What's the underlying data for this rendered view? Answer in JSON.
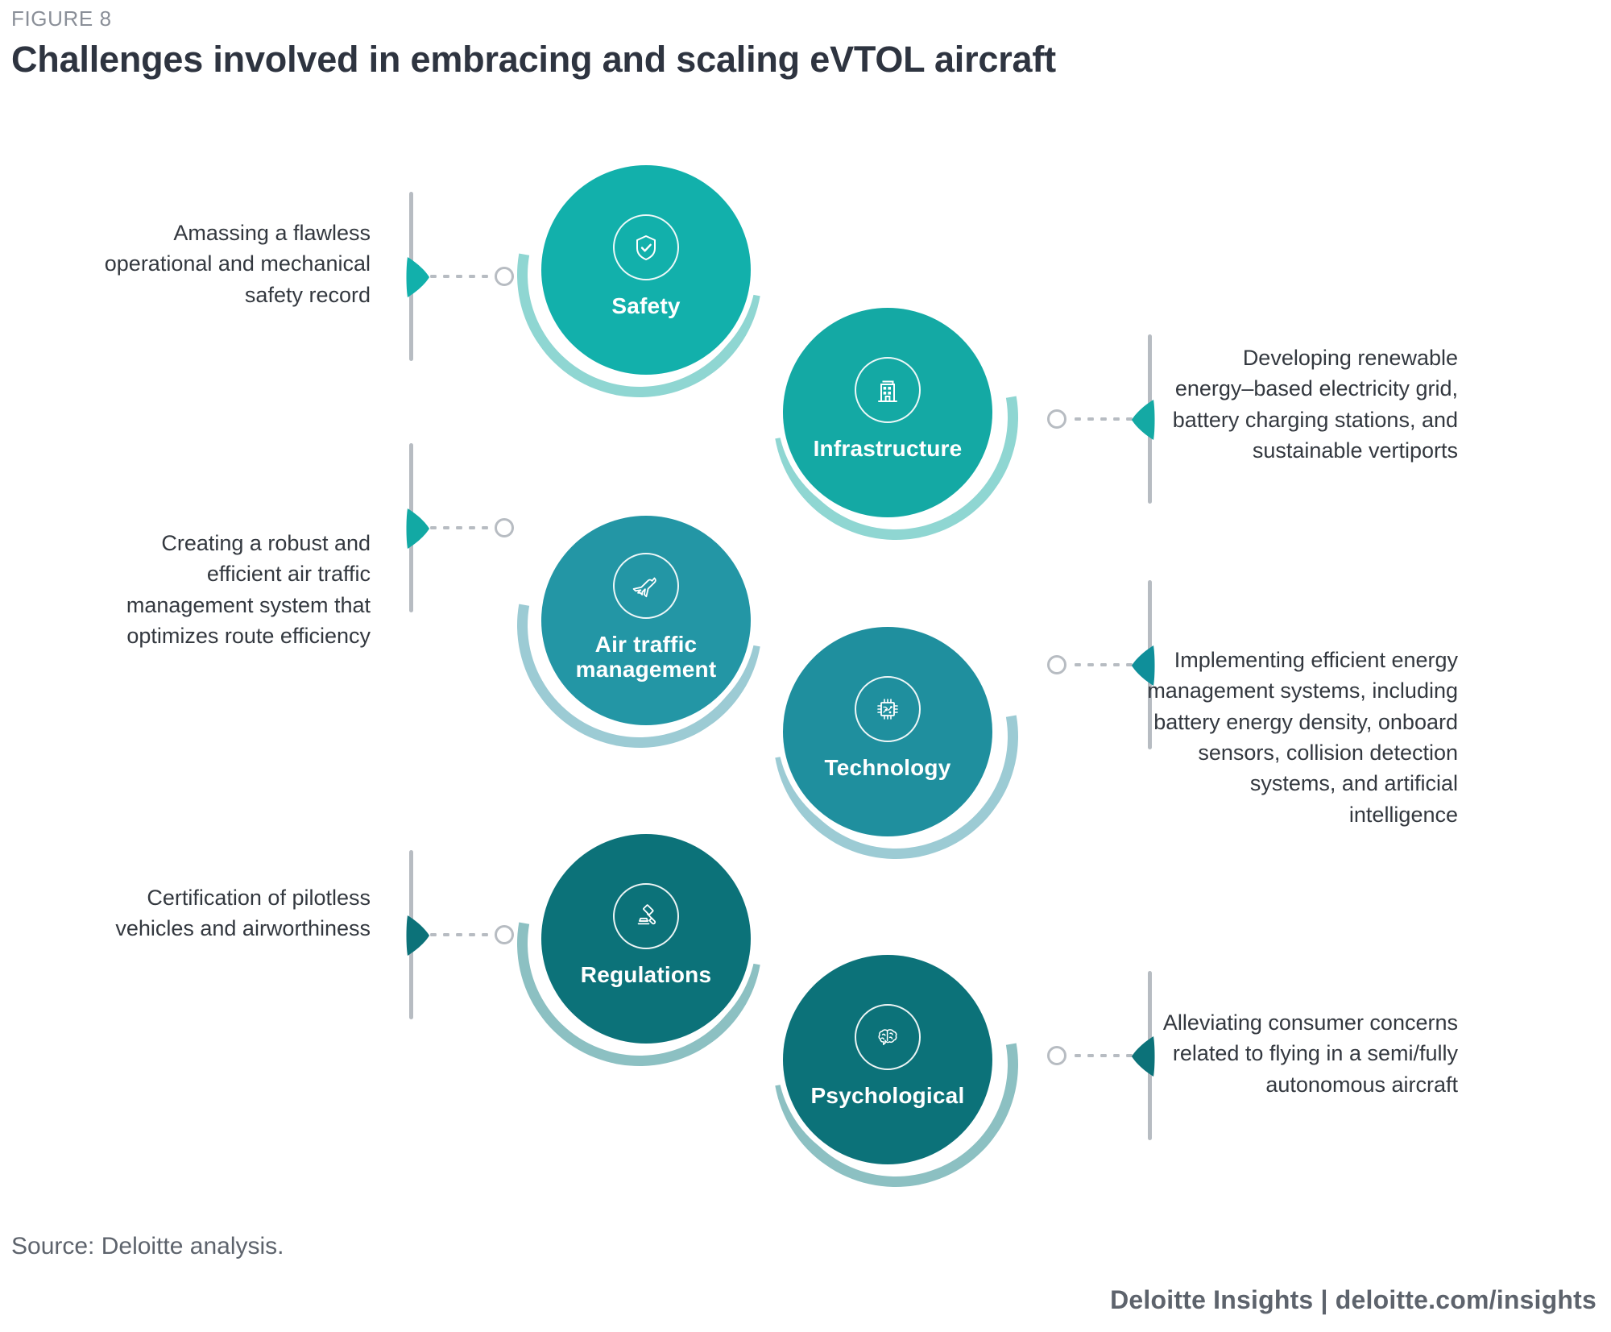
{
  "header": {
    "figure_label": "FIGURE 8",
    "title": "Challenges involved in embracing and scaling eVTOL aircraft"
  },
  "footer": {
    "source": "Source: Deloitte analysis.",
    "brand": "Deloitte Insights | deloitte.com/insights"
  },
  "colors": {
    "teal_1": "#12b0ab",
    "teal_2": "#14a9a4",
    "teal_3": "#2396a5",
    "teal_4": "#1f8f9e",
    "teal_5": "#0c7279",
    "teal_6": "#0c7279",
    "arc_1": "#8fd6d2",
    "arc_2": "#8fd6d2",
    "arc_3": "#9ccbd4",
    "arc_4": "#9ccbd4",
    "arc_5": "#8cc0c2",
    "arc_6": "#8cc0c2",
    "connector_gray": "#b7bcc2",
    "text_dark": "#33383f",
    "text_muted": "#5d636c",
    "title_dark": "#2e3440",
    "figure_label_gray": "#8a8f98",
    "white": "#ffffff"
  },
  "nodes": [
    {
      "id": "safety",
      "label": "Safety",
      "icon": "shield-check-icon",
      "fill": "#12b0ab",
      "arc": "#8fd6d2",
      "arc_side": "left",
      "side": "left",
      "caption": "Amassing a flawless\noperational and mechanical\nsafety record",
      "marker_color": "#12b0ab"
    },
    {
      "id": "infrastructure",
      "label": "Infrastructure",
      "icon": "building-icon",
      "fill": "#14a9a4",
      "arc": "#8fd6d2",
      "arc_side": "right",
      "side": "right",
      "caption": "Developing renewable\nenergy–based electricity grid,\nbattery charging stations, and\nsustainable vertiports",
      "marker_color": "#14a9a4"
    },
    {
      "id": "air-traffic-management",
      "label": "Air traffic\nmanagement",
      "icon": "airplane-icon",
      "fill": "#2396a5",
      "arc": "#9ccbd4",
      "arc_side": "left",
      "side": "left",
      "caption": "Creating a robust and\nefficient air traffic\nmanagement system that\noptimizes route efficiency",
      "marker_color": "#12a9a4"
    },
    {
      "id": "technology",
      "label": "Technology",
      "icon": "microchip-icon",
      "fill": "#1f8f9e",
      "arc": "#9ccbd4",
      "arc_side": "right",
      "side": "right",
      "caption": "Implementing efficient energy\nmanagement systems, including\nbattery energy density, onboard\nsensors, collision detection\nsystems, and artificial intelligence",
      "marker_color": "#0f8f9a"
    },
    {
      "id": "regulations",
      "label": "Regulations",
      "icon": "gavel-icon",
      "fill": "#0c7279",
      "arc": "#8cc0c2",
      "arc_side": "left",
      "side": "left",
      "caption": "Certification of pilotless\nvehicles and airworthiness",
      "marker_color": "#0c7279"
    },
    {
      "id": "psychological",
      "label": "Psychological",
      "icon": "brain-icon",
      "fill": "#0c7279",
      "arc": "#8cc0c2",
      "arc_side": "right",
      "side": "right",
      "caption": "Alleviating consumer concerns\nrelated to flying in a semi/fully\nautonomous aircraft",
      "marker_color": "#0c7279"
    }
  ]
}
